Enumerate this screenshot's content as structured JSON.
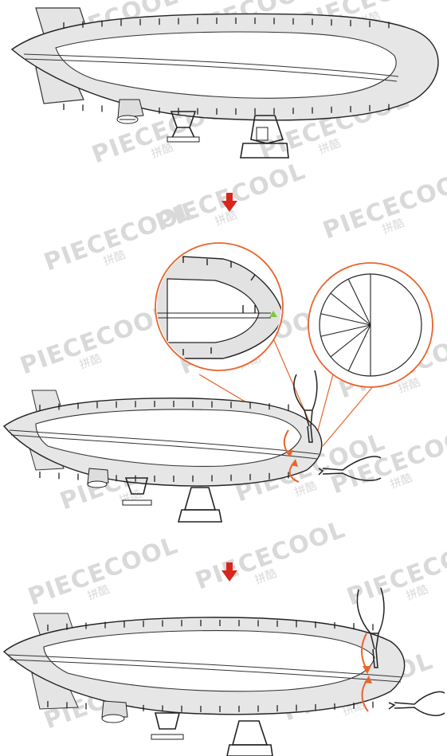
{
  "figure": {
    "steps": [
      "assembled airship",
      "fold nose ribs with pliers",
      "completed nose shaping"
    ],
    "arrow_color": "#d9261c",
    "accent_color": "#e8652e",
    "highlight_color": "#7ec83a"
  },
  "watermark": {
    "brand": "PIECECOOL",
    "brand_cn": "拼酷"
  }
}
